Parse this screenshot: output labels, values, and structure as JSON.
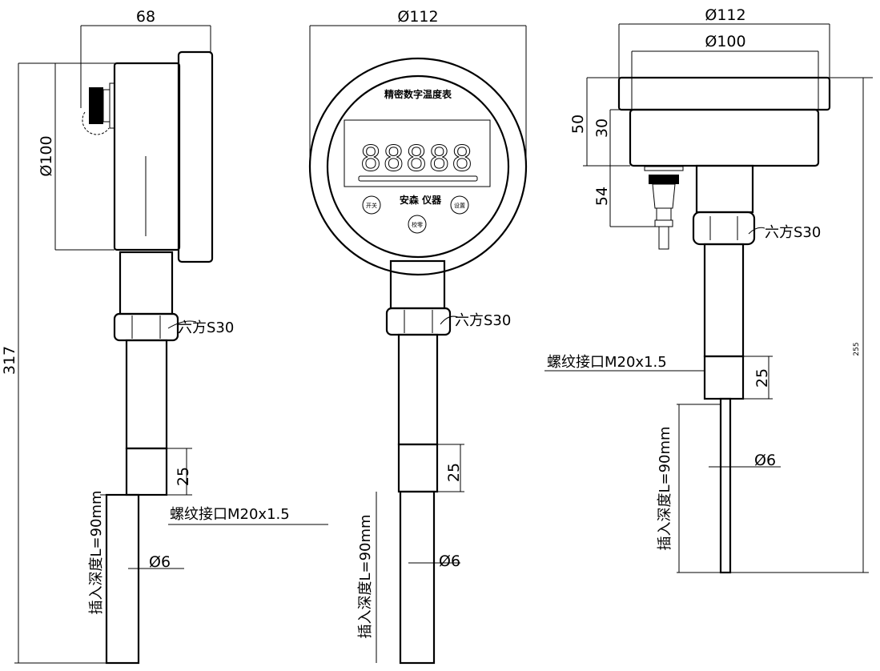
{
  "left_view": {
    "width_dim": "68",
    "diameter_dim": "Ø100",
    "total_length_dim": "317",
    "hex_label": "六方S30",
    "thread_length_dim": "25",
    "thread_label": "螺纹接口M20x1.5",
    "probe_diameter": "Ø6",
    "insertion_label": "插入深度L=90mm"
  },
  "front_view": {
    "diameter_dim": "Ø112",
    "dial_title": "精密数字温度表",
    "display_digits": "88888",
    "brand": "安森 仪器",
    "buttons": [
      "开关",
      "设置",
      "校零"
    ],
    "hex_label": "六方S30",
    "thread_length_dim": "25",
    "probe_diameter": "Ø6",
    "insertion_label": "插入深度L=90mm"
  },
  "right_view": {
    "outer_diameter_dim": "Ø112",
    "inner_diameter_dim": "Ø100",
    "height_dim": "50",
    "body_height_dim": "30",
    "connector_dim": "54",
    "hex_label": "六方S30",
    "thread_label": "螺纹接口M20x1.5",
    "thread_length_dim": "25",
    "probe_diameter": "Ø6",
    "total_length_dim": "255",
    "insertion_label": "插入深度L=90mm"
  }
}
